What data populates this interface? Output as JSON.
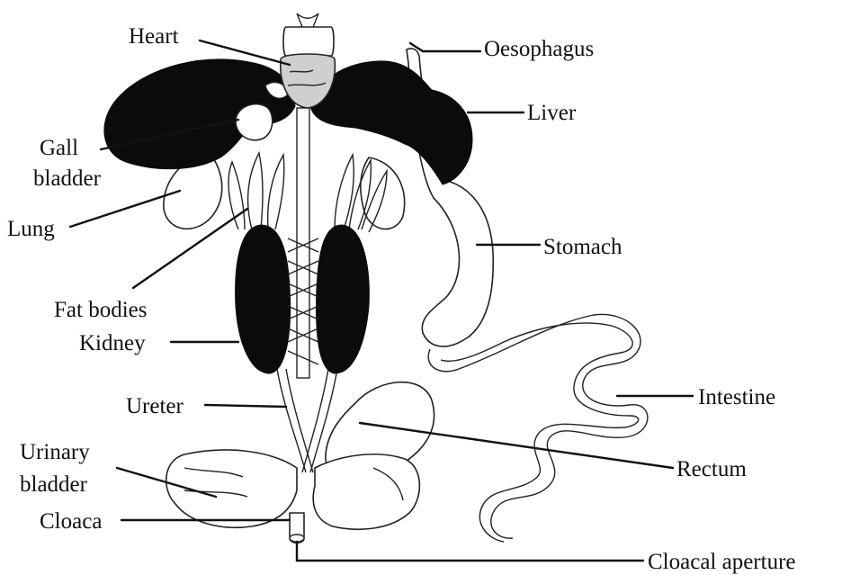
{
  "labels": {
    "heart": "Heart",
    "oesophagus": "Oesophagus",
    "liver": "Liver",
    "gall_bladder_line1": "Gall",
    "gall_bladder_line2": "bladder",
    "lung": "Lung",
    "stomach": "Stomach",
    "fat_bodies": "Fat bodies",
    "kidney": "Kidney",
    "ureter": "Ureter",
    "intestine": "Intestine",
    "urinary_bladder_line1": "Urinary",
    "urinary_bladder_line2": "bladder",
    "rectum": "Rectum",
    "cloaca": "Cloaca",
    "cloacal_aperture": "Cloacal aperture"
  },
  "colors": {
    "ink": "#111111",
    "organ_dark": "#0b0b0b",
    "heart_fill": "#cfcfcf",
    "background": "#ffffff"
  }
}
